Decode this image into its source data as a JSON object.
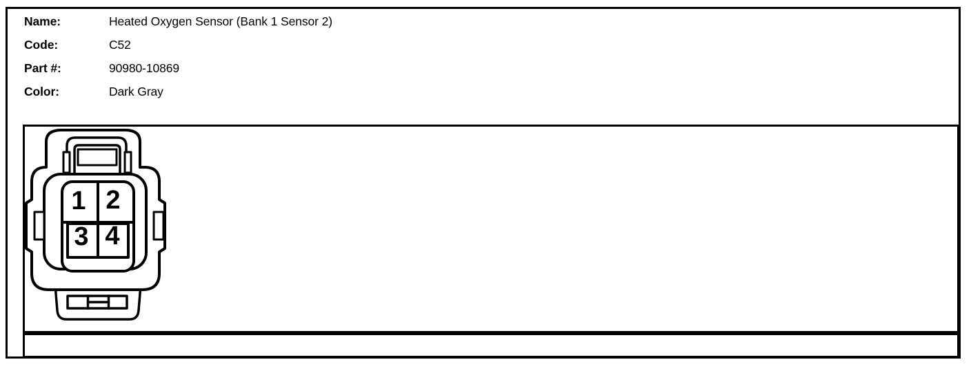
{
  "header": {
    "fields": [
      {
        "label": "Name:",
        "value": "Heated Oxygen Sensor (Bank 1 Sensor 2)"
      },
      {
        "label": "Code:",
        "value": "C52"
      },
      {
        "label": "Part #:",
        "value": "90980-10869"
      },
      {
        "label": "Color:",
        "value": "Dark Gray"
      }
    ]
  },
  "connector": {
    "description": "4-pin connector, front view with top latch, side wing slots and bottom tab",
    "pins": [
      "1",
      "2",
      "3",
      "4"
    ],
    "line_color": "#000000",
    "fill_color": "#ffffff"
  }
}
